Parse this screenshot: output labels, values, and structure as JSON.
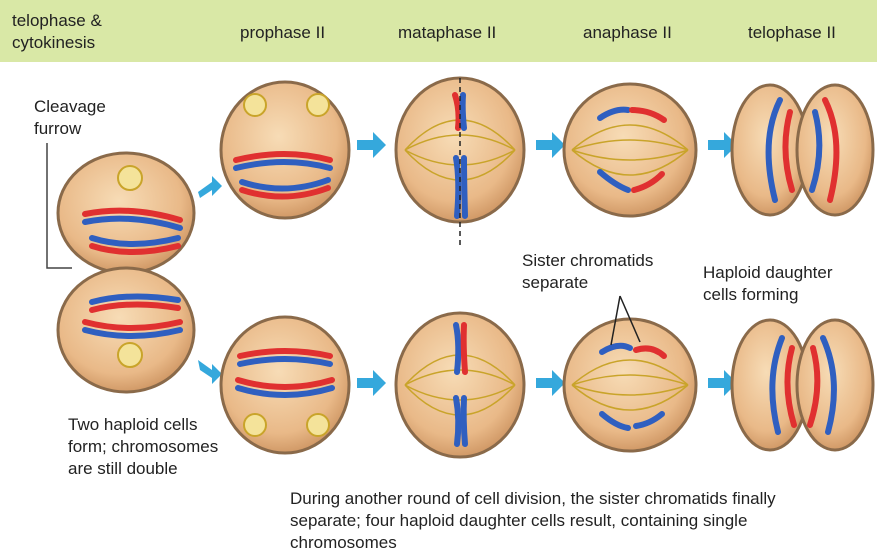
{
  "header": {
    "stages": [
      {
        "line1": "telophase &",
        "line2": "cytokinesis"
      },
      {
        "line1": "prophase II"
      },
      {
        "line1": "mataphase II"
      },
      {
        "line1": "anaphase II"
      },
      {
        "line1": "telophase II"
      }
    ]
  },
  "labels": {
    "cleavage": {
      "line1": "Cleavage",
      "line2": "furrow"
    },
    "sister": {
      "line1": "Sister chromatids",
      "line2": "separate"
    },
    "haploid": {
      "line1": "Haploid daughter",
      "line2": "cells forming"
    },
    "two_haploid": {
      "line1": "Two haploid cells",
      "line2": "form; chromosomes",
      "line3": "are still double"
    },
    "caption": {
      "line1": "During another round of cell division, the sister chromatids finally",
      "line2": "separate; four haploid daughter cells result, containing single",
      "line3": "chromosomes"
    }
  },
  "colors": {
    "header_bg": "#d9e8a6",
    "cell_fill": "#e9b988",
    "cell_edge": "#8a6a4a",
    "red": "#e03030",
    "blue": "#2f5fc0",
    "spindle": "#c9a42a",
    "arrow": "#35a8dc"
  }
}
